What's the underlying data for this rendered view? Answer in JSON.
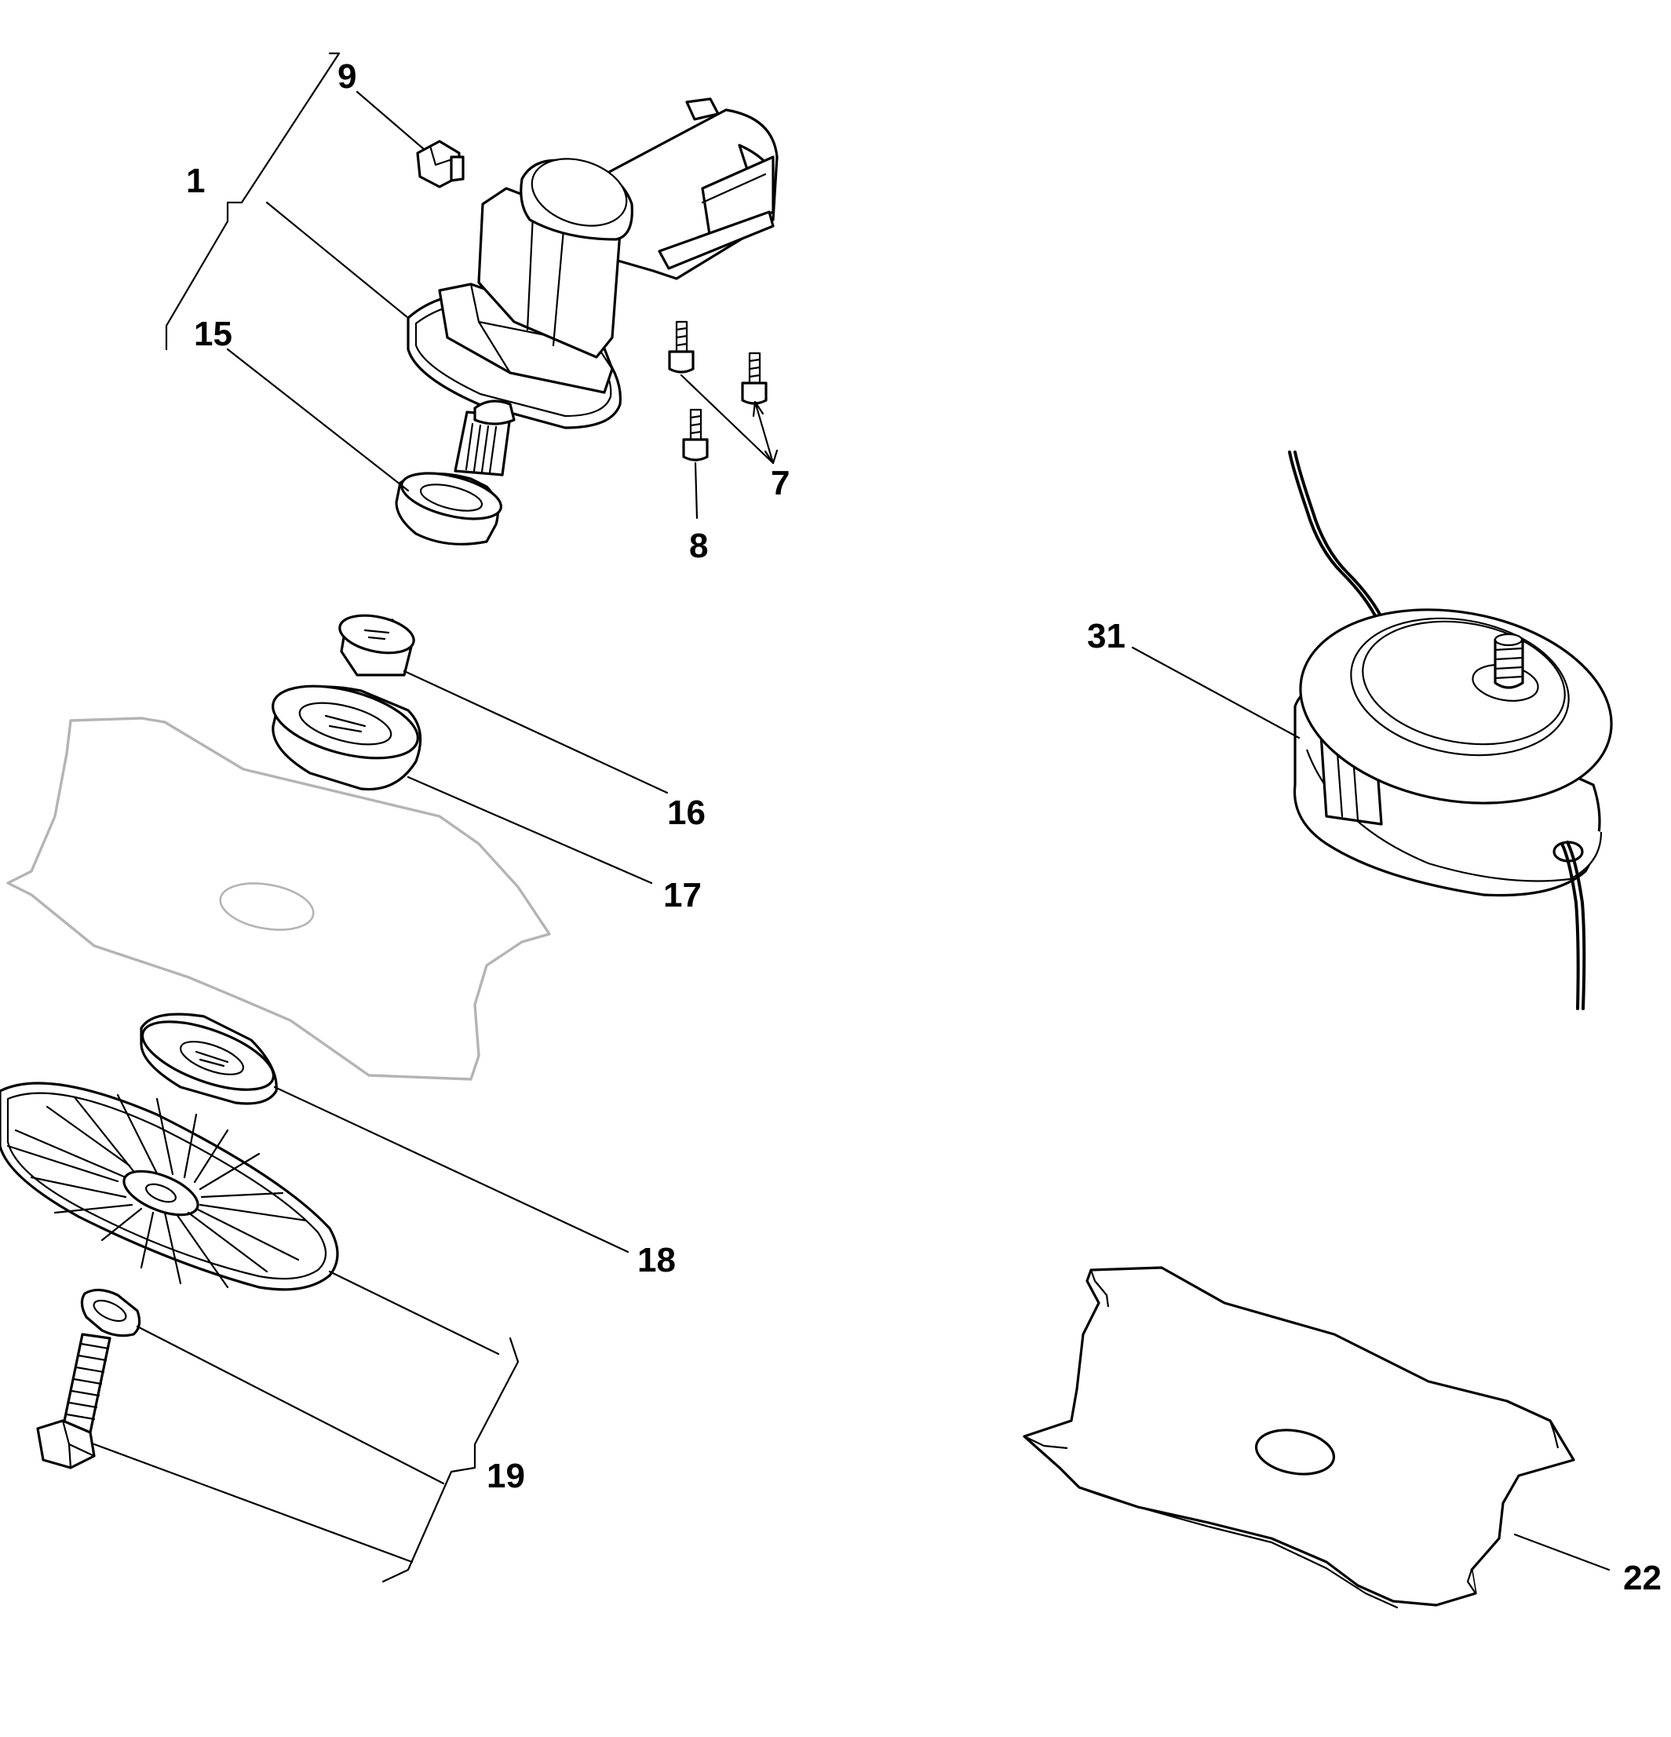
{
  "callouts": {
    "c1": "1",
    "c7": "7",
    "c8": "8",
    "c9": "9",
    "c15": "15",
    "c16": "16",
    "c17": "17",
    "c18": "18",
    "c19": "19",
    "c22": "22",
    "c31": "31"
  }
}
